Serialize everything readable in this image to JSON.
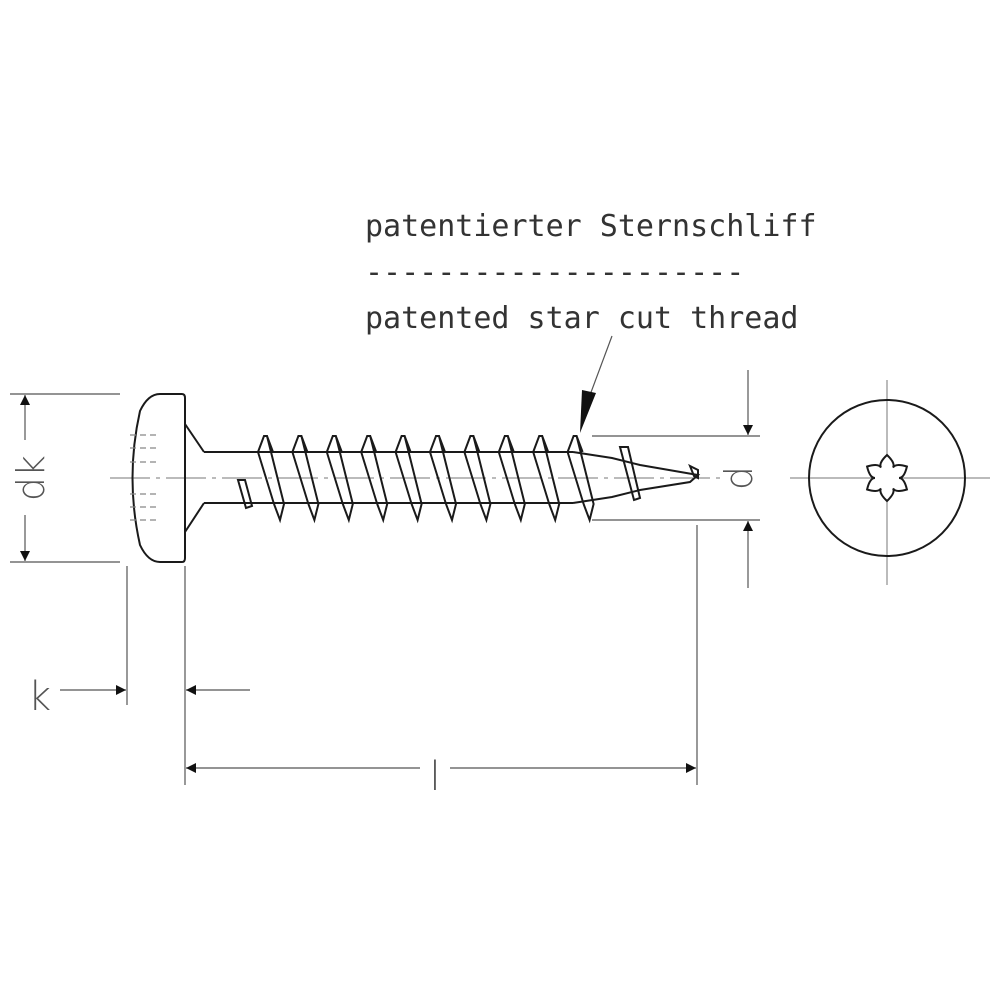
{
  "annotation": {
    "german": "patentierter Sternschliff",
    "separator": "---------------------",
    "english": "patented star cut thread"
  },
  "dimensions": {
    "head_diameter": "dk",
    "thread_diameter": "d",
    "head_height": "k",
    "length": "l"
  },
  "colors": {
    "line": "#1a1a1a",
    "dim": "#555555"
  }
}
